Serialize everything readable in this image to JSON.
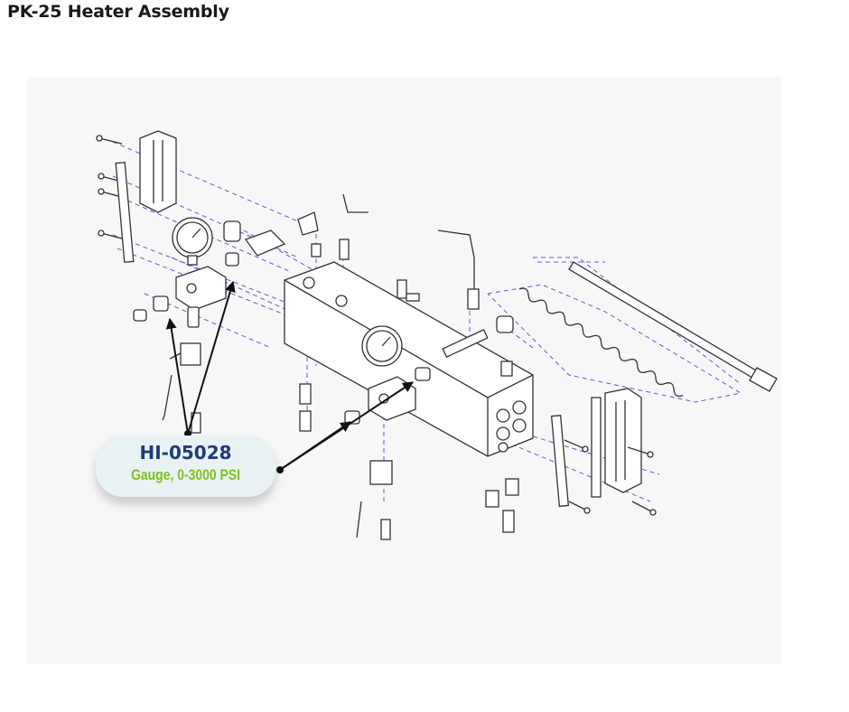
{
  "page": {
    "title": "PK-25 Heater Assembly"
  },
  "callout": {
    "part_number": "HI-05028",
    "description": "Gauge, 0-3000 PSI"
  },
  "colors": {
    "part_number": "#1f3a78",
    "description": "#7cc11f",
    "callout_bg": "#e8f2f2",
    "dash_lines": "#5b5bd6"
  }
}
